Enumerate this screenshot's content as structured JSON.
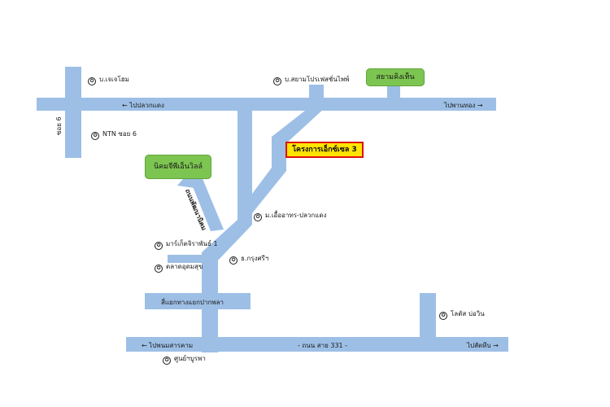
{
  "map": {
    "places": {
      "supermarket_top_left": "บ.เจเจโฮม",
      "ntn_soi6": "NTN ซอย 6",
      "top_shop": "บ.สยามโปรเฟสชั่นไพพ์",
      "jiraphan_market": "มาร์เก็ตจิราพันธ์ 1",
      "talat_uthen": "ตลาดอุดมสุข",
      "krungsri": "ธ.กรุงศรีฯ",
      "school_area": "ม.เอื้ออาทร-ปลวกแดง",
      "lotus": "โลตัส บ่อวิน",
      "health_center": "ศูนย์ฯบูรพา"
    },
    "landmarks": {
      "top_green": "สยามคิงเท็น",
      "left_green": "นิคมจีพีเอ็นวิลล์"
    },
    "project": "โครงการเอ็กซ์เซล 3",
    "roads": {
      "to_pluak_daeng": "ไปปลวกแดง",
      "to_phan_thong": "ไปพานทอง",
      "soi6": "ซอย 6",
      "diagonal_road": "ถนนพัฒนานิคม",
      "junction_name": "สี่แยกทางแยกปากพลา",
      "to_phanom_sarakham": "ไปพนมสารคาม",
      "highway": "- ถนน  สาย  331 -",
      "to_sattahip": "ไปสัตหีบ"
    },
    "arrows": {
      "left": "←",
      "right": "→"
    },
    "colors": {
      "road": "#9dbfe6",
      "landmark_fill": "#7dc551",
      "project_fill": "#ffe400",
      "project_border": "#e01010"
    }
  }
}
